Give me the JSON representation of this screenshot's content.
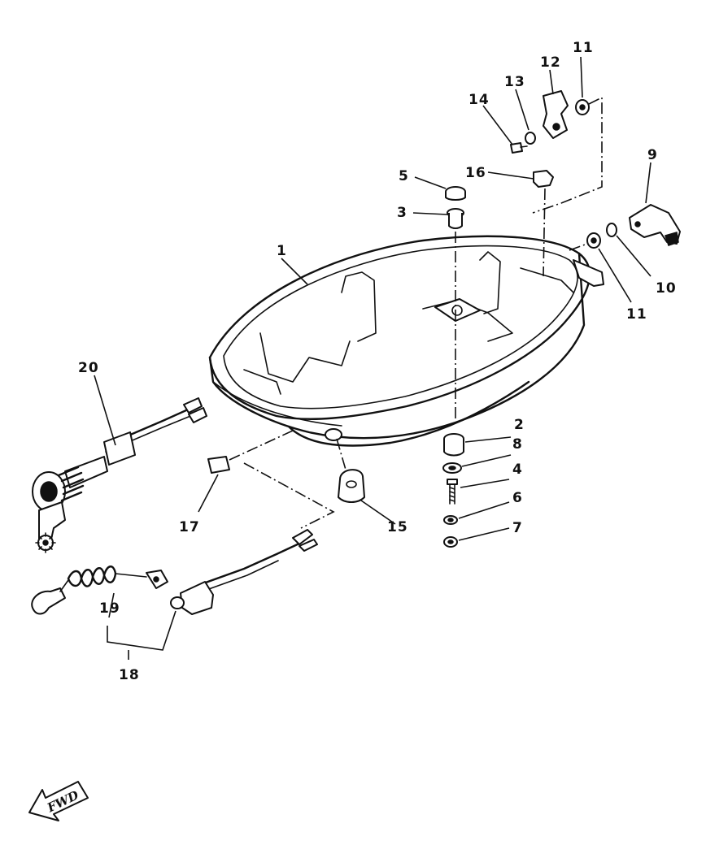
{
  "parts": [
    {
      "id": "1",
      "label": "1"
    },
    {
      "id": "2",
      "label": "2"
    },
    {
      "id": "3",
      "label": "3"
    },
    {
      "id": "4",
      "label": "4"
    },
    {
      "id": "5",
      "label": "5"
    },
    {
      "id": "6",
      "label": "6"
    },
    {
      "id": "7",
      "label": "7"
    },
    {
      "id": "8",
      "label": "8"
    },
    {
      "id": "9",
      "label": "9"
    },
    {
      "id": "10",
      "label": "10"
    },
    {
      "id": "11a",
      "label": "11"
    },
    {
      "id": "11b",
      "label": "11"
    },
    {
      "id": "12",
      "label": "12"
    },
    {
      "id": "13",
      "label": "13"
    },
    {
      "id": "14",
      "label": "14"
    },
    {
      "id": "15",
      "label": "15"
    },
    {
      "id": "16",
      "label": "16"
    },
    {
      "id": "17",
      "label": "17"
    },
    {
      "id": "18",
      "label": "18"
    },
    {
      "id": "19",
      "label": "19"
    },
    {
      "id": "20",
      "label": "20"
    }
  ],
  "direction_arrow": {
    "text": "FWD",
    "icon": "fwd-arrow-icon"
  }
}
